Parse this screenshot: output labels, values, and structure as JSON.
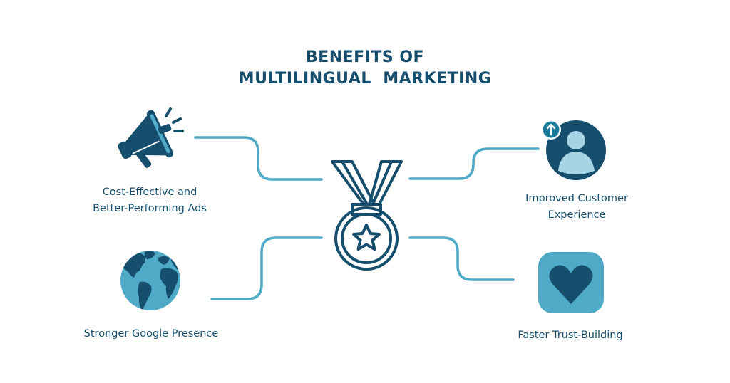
{
  "title": {
    "line1": "BENEFITS OF",
    "line2": "MULTILINGUAL  MARKETING"
  },
  "center": {
    "icon": "medal-star-icon"
  },
  "benefits": [
    {
      "position": "top-left",
      "icon": "megaphone-icon",
      "line1": "Cost-Effective and",
      "line2": "Better-Performing Ads"
    },
    {
      "position": "bottom-left",
      "icon": "globe-icon",
      "line1": "Stronger Google Presence"
    },
    {
      "position": "top-right",
      "icon": "user-upgrade-icon",
      "line1": "Improved Customer",
      "line2": "Experience"
    },
    {
      "position": "bottom-right",
      "icon": "heart-icon",
      "line1": "Faster Trust-Building"
    }
  ],
  "colors": {
    "dark_blue": "#164e6e",
    "light_blue": "#4eaac6",
    "pale_blue": "#a6d4e4",
    "background": "#ffffff"
  }
}
